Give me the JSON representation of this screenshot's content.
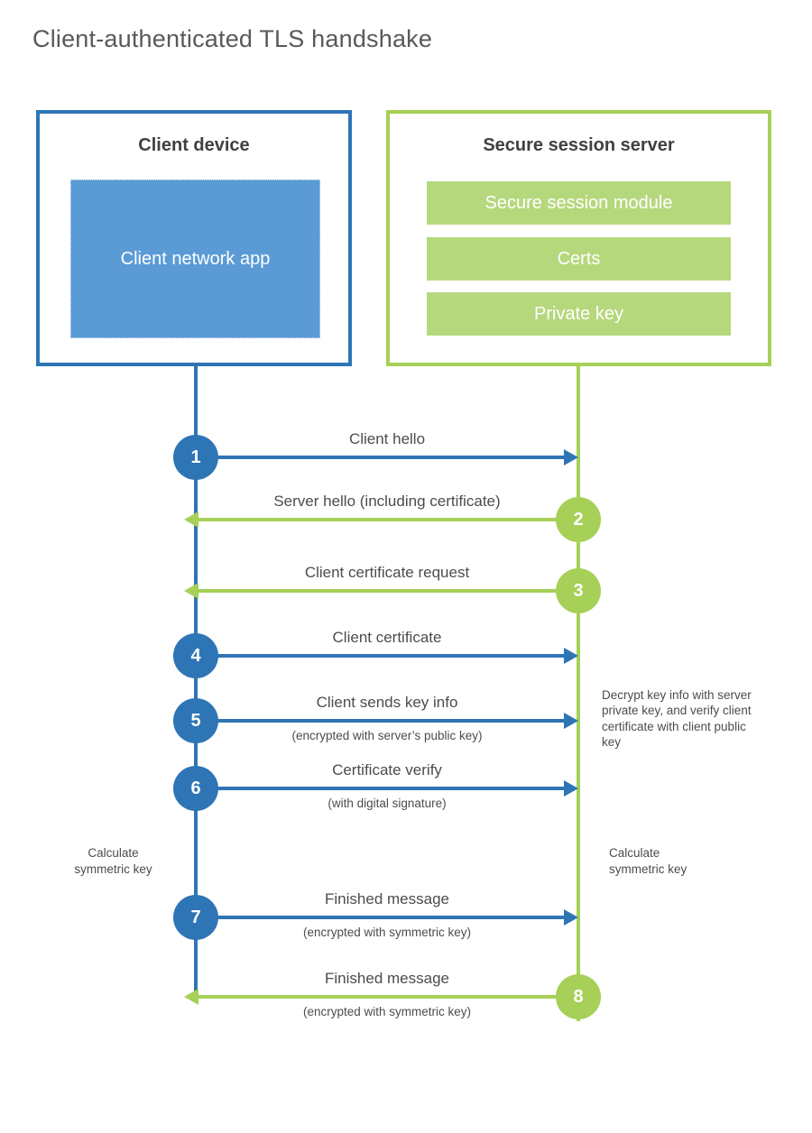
{
  "title": "Client-authenticated TLS handshake",
  "colors": {
    "blue": "#2e75b6",
    "blue_fill": "#5b9bd5",
    "green": "#a6d057",
    "green_fill": "#b5d87d",
    "heading_text": "#404040",
    "label_text": "#4c4c4c"
  },
  "client_box": {
    "title": "Client device",
    "module": "Client network app"
  },
  "server_box": {
    "title": "Secure session server",
    "modules": [
      "Secure session module",
      "Certs",
      "Private key"
    ]
  },
  "steps": [
    {
      "number": "1",
      "direction": "right",
      "label": "Client hello"
    },
    {
      "number": "2",
      "direction": "left",
      "label": "Server hello (including certificate)"
    },
    {
      "number": "3",
      "direction": "left",
      "label": "Client certificate request"
    },
    {
      "number": "4",
      "direction": "right",
      "label": "Client certificate"
    },
    {
      "number": "5",
      "direction": "right",
      "label": "Client sends key info",
      "sublabel": "(encrypted with server’s public key)"
    },
    {
      "number": "6",
      "direction": "right",
      "label": "Certificate verify",
      "sublabel": "(with digital signature)"
    },
    {
      "number": "7",
      "direction": "right",
      "label": "Finished message",
      "sublabel": "(encrypted with symmetric key)"
    },
    {
      "number": "8",
      "direction": "left",
      "label": "Finished message",
      "sublabel": "(encrypted with symmetric key)"
    }
  ],
  "annotations": {
    "server_note": "Decrypt key info with server private key, and verify client certificate with client public key",
    "client_calc": "Calculate symmetric key",
    "server_calc": "Calculate symmetric key"
  }
}
